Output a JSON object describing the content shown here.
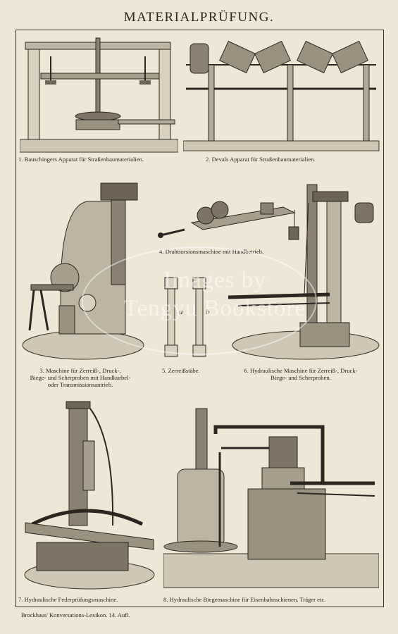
{
  "title": "MATERIALPRÜFUNG.",
  "figures": [
    {
      "caption": "1. Bauschingers Apparat für Straßenbaumaterialien."
    },
    {
      "caption": "2. Devals Apparat für Straßenbaumaterialien."
    },
    {
      "caption_lines": [
        "3. Maschine für Zerreiß-, Druck-,",
        "Biege- und Scherproben mit Handkurbel-",
        "oder Transmissionsantrieb."
      ]
    },
    {
      "caption": "4. Drahttorsionsmaschine mit Handbetrieb."
    },
    {
      "caption": "5. Zerreißstäbe.",
      "labels": [
        "a",
        "b"
      ]
    },
    {
      "caption_lines": [
        "6. Hydraulische Maschine für Zerreiß-, Druck-",
        "Biege- und Scherproben."
      ]
    },
    {
      "caption": "7. Hydraulische Federprüfungsmaschine."
    },
    {
      "caption": "8. Hydraulische Biegemaschine für Eisenbahnschienen, Träger etc."
    }
  ],
  "footer": "Brockhaus' Konversations-Lexikon.   14. Aufl.",
  "watermark_lines": [
    "Images by",
    "Tengyu Bookstore"
  ]
}
